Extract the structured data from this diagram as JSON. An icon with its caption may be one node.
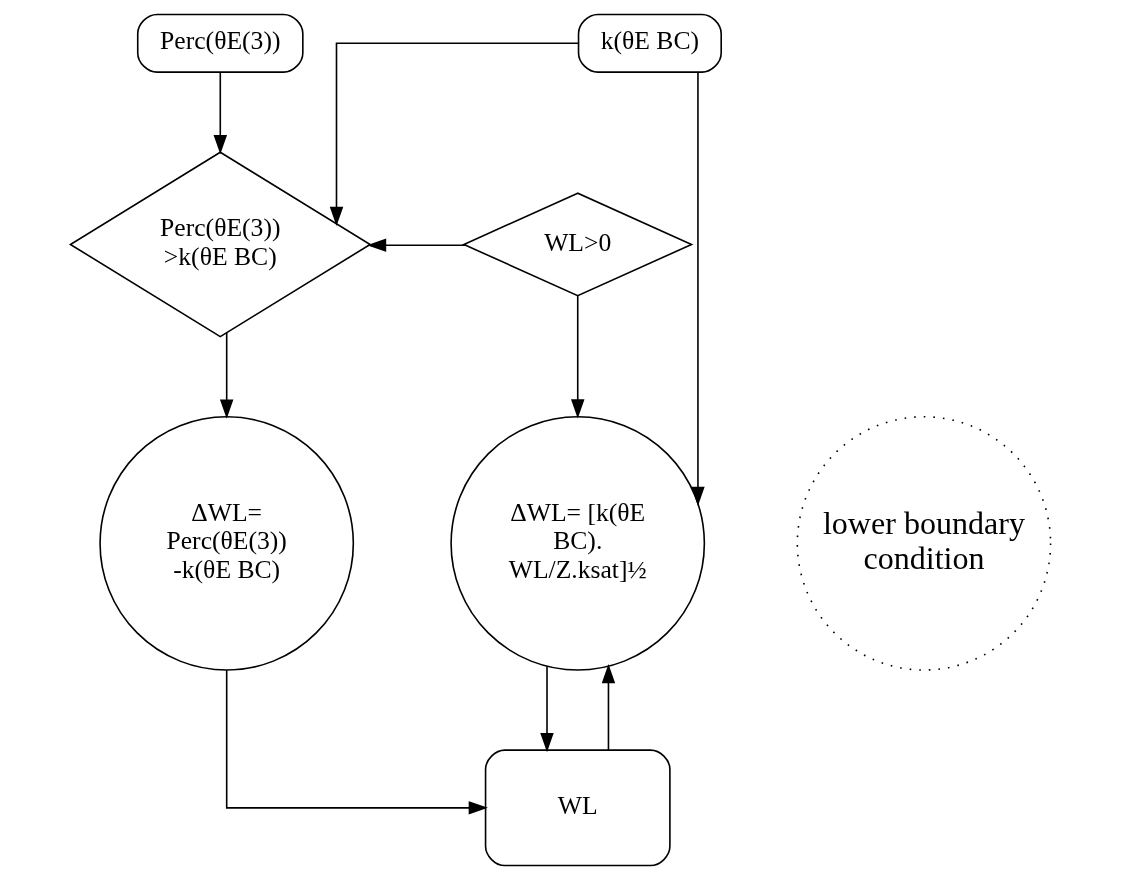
{
  "diagram": {
    "nodes": [
      {
        "text": [
          "k(θE BC)"
        ]
      },
      {
        "text": [
          "Perc(θE(3))"
        ]
      },
      {
        "text": [
          "WL>0"
        ]
      },
      {
        "text": [
          "Perc(θE(3)) >k(θE BC)"
        ]
      },
      {
        "text": [
          "ΔWL= [k(θE BC). WL/Z.ksat]½"
        ]
      },
      {
        "text": [
          "lower boundary condition"
        ]
      },
      {
        "text": [
          "ΔWL= Perc(θE(3)) -k(θE BC)"
        ]
      },
      {
        "text": [
          "WL"
        ]
      }
    ],
    "edges": [
      {
        "from": 0,
        "to": 4,
        "arrow": "to"
      },
      {
        "from": 0,
        "to": 3,
        "arrow": "to"
      },
      {
        "from": 1,
        "to": 3,
        "arrow": "to"
      },
      {
        "from": 2,
        "to": 3,
        "arrow": "to"
      },
      {
        "from": 2,
        "to": 4,
        "arrow": "to"
      },
      {
        "from": 3,
        "to": 6,
        "arrow": "to"
      },
      {
        "from": 6,
        "to": 7,
        "arrow": "to"
      },
      {
        "from": 7,
        "to": 4,
        "arrow": "to"
      },
      {
        "from": 4,
        "to": 7,
        "arrow": "to"
      }
    ]
  }
}
